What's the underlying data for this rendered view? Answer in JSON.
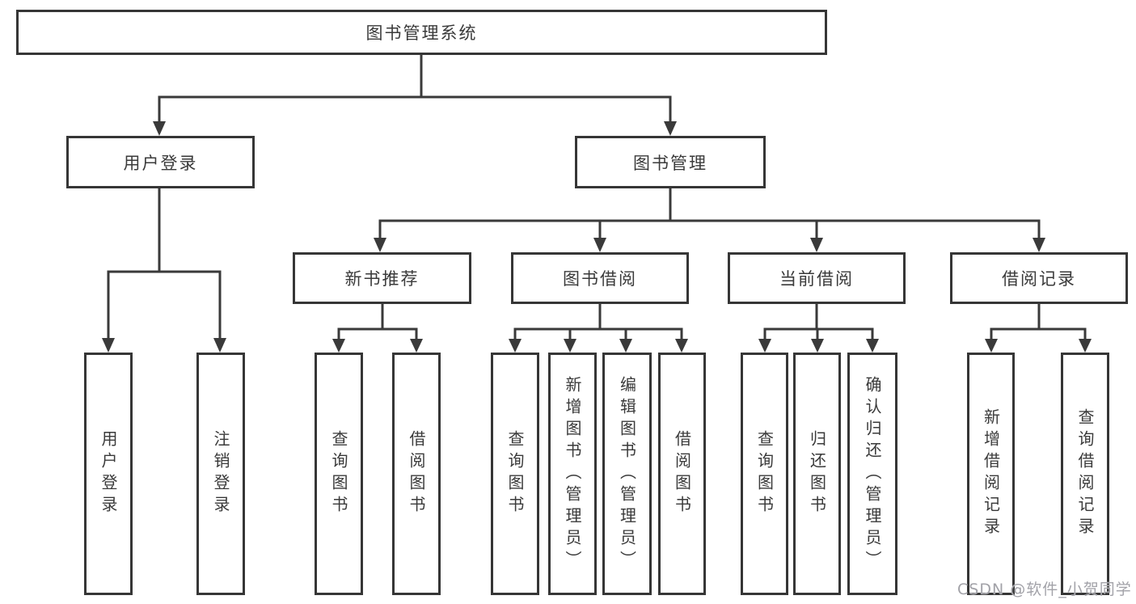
{
  "diagram": {
    "line_color": "#3a3a3a",
    "box_border_color": "#363636",
    "background": "#ffffff",
    "nodes": {
      "root": {
        "label": "图书管理系统"
      },
      "user_login": {
        "label": "用户登录"
      },
      "book_mgmt": {
        "label": "图书管理"
      },
      "new_book_rec": {
        "label": "新书推荐"
      },
      "book_borrow": {
        "label": "图书借阅"
      },
      "current_borrow": {
        "label": "当前借阅"
      },
      "borrow_records": {
        "label": "借阅记录"
      },
      "leaf_user_login": {
        "label": "用户登录"
      },
      "leaf_logout": {
        "label": "注销登录"
      },
      "leaf_nb_query": {
        "label": "查询图书"
      },
      "leaf_nb_borrow": {
        "label": "借阅图书"
      },
      "leaf_bb_query": {
        "label": "查询图书"
      },
      "leaf_bb_add": {
        "label": "新增图书（管理员）"
      },
      "leaf_bb_edit": {
        "label": "编辑图书（管理员）"
      },
      "leaf_bb_borrow": {
        "label": "借阅图书"
      },
      "leaf_cb_query": {
        "label": "查询图书"
      },
      "leaf_cb_return": {
        "label": "归还图书"
      },
      "leaf_cb_confirm": {
        "label": "确认归还（管理员）"
      },
      "leaf_br_add": {
        "label": "新增借阅记录"
      },
      "leaf_br_query": {
        "label": "查询借阅记录"
      }
    }
  },
  "watermark": {
    "text": "CSDN @软件_小贺同学"
  }
}
